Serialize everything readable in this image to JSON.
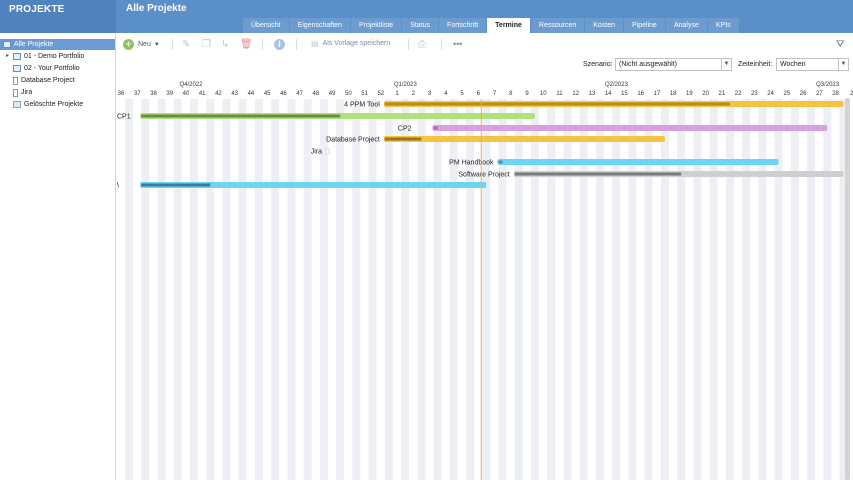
{
  "sidebar": {
    "title": "PROJEKTE",
    "items": [
      {
        "label": "Alle Projekte",
        "icon": "folder-icon",
        "selected": true
      },
      {
        "label": "01 - Demo Portfolio",
        "icon": "folder-icon"
      },
      {
        "label": "02 - Your Portfolio",
        "icon": "folder-icon"
      },
      {
        "label": "Database Project",
        "icon": "document-icon"
      },
      {
        "label": "Jira",
        "icon": "document-icon"
      },
      {
        "label": "Gelöschte Projekte",
        "icon": "recycle-bin-icon"
      }
    ]
  },
  "header": {
    "title": "Alle Projekte",
    "tabs": [
      "Übersicht",
      "Eigenschaften",
      "Projektliste",
      "Status",
      "Fortschritt",
      "Termine",
      "Ressourcen",
      "Kosten",
      "Pipeline",
      "Analyse",
      "KPIs"
    ],
    "active_tab": "Termine"
  },
  "toolbar": {
    "new_label": "Neu",
    "save_template_label": "Als Vorlage speichern"
  },
  "filters": {
    "scenario_label": "Szenario:",
    "scenario_value": "(Nicht ausgewählt)",
    "time_unit_label": "Zeiteinheit:",
    "time_unit_value": "Wochen"
  },
  "timeline": {
    "quarters": [
      "Q4/2022",
      "Q1/2023",
      "Q2/2023",
      "Q3/2023"
    ],
    "weeks": [
      "36",
      "37",
      "38",
      "39",
      "40",
      "41",
      "42",
      "43",
      "44",
      "45",
      "46",
      "47",
      "48",
      "49",
      "50",
      "51",
      "52",
      "1",
      "2",
      "3",
      "4",
      "5",
      "6",
      "7",
      "8",
      "9",
      "10",
      "11",
      "12",
      "13",
      "14",
      "15",
      "16",
      "17",
      "18",
      "19",
      "20",
      "21",
      "22",
      "23",
      "24",
      "25",
      "26",
      "27",
      "28",
      "2"
    ],
    "today_marker_week": "6"
  },
  "projects": [
    {
      "name": "4 PPM Tool",
      "start_week": "52",
      "end_week": "28",
      "progress_end_week": "21",
      "color": "#f5c242",
      "progress_color": "#b58a1f"
    },
    {
      "name": "CP1",
      "start_week": "37",
      "end_week": "9",
      "progress_end_week": "49",
      "color": "#b2e07a",
      "progress_color": "#6c8f3f"
    },
    {
      "name": "CP2",
      "start_week": "3",
      "end_week": "27",
      "progress_end_week": "3",
      "color": "#d9a0e0",
      "progress_color": "#a070a8"
    },
    {
      "name": "Database Project",
      "start_week": "52",
      "end_week": "17",
      "progress_end_week": "2",
      "color": "#f5c242",
      "progress_color": "#9a7520"
    },
    {
      "name": "Jira",
      "start_week": "",
      "end_week": "",
      "progress_end_week": "",
      "color": "#cccccc",
      "progress_color": "#999999"
    },
    {
      "name": "PM Handbook",
      "start_week": "7",
      "end_week": "24",
      "progress_end_week": "7",
      "color": "#6fd3f5",
      "progress_color": "#3c94b3"
    },
    {
      "name": "Software Project",
      "start_week": "8",
      "end_week": "28",
      "progress_end_week": "18",
      "color": "#cfcfcf",
      "progress_color": "#7a7a7a"
    },
    {
      "name": "\\",
      "start_week": "37",
      "end_week": "6",
      "progress_end_week": "41",
      "color": "#6fd3f5",
      "progress_color": "#3a7f99"
    }
  ]
}
